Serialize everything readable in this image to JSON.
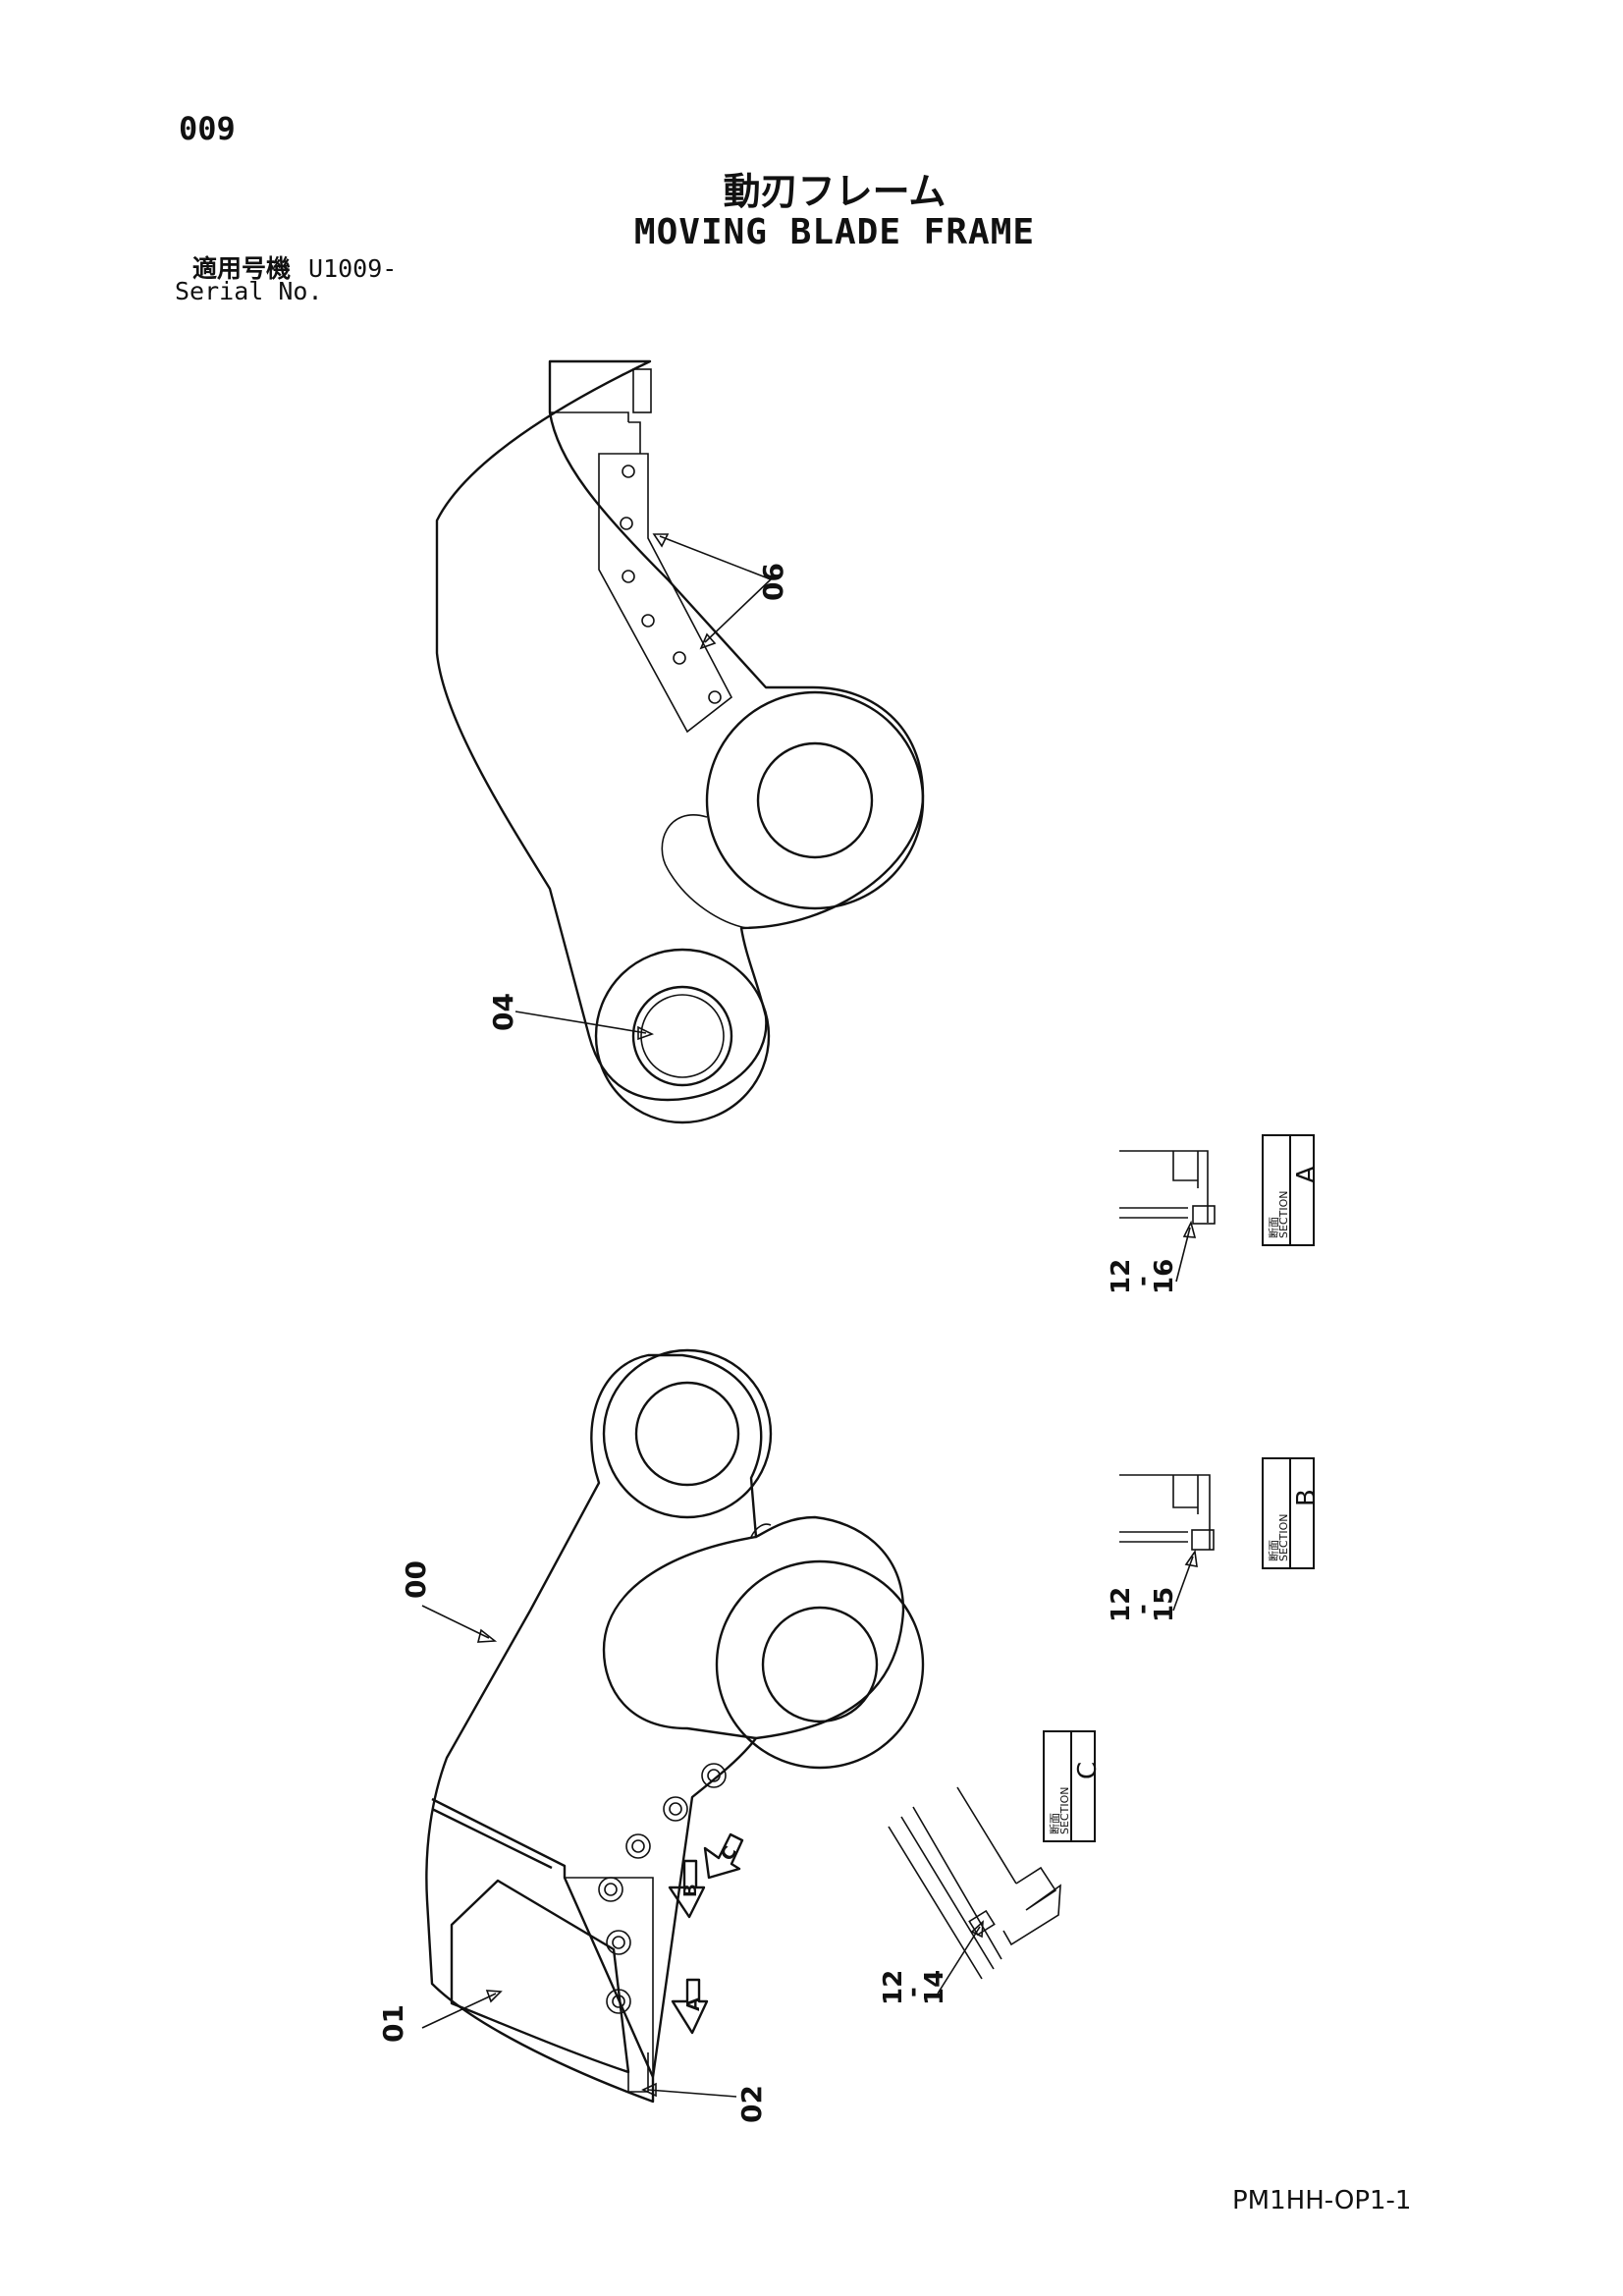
{
  "page_number": "009",
  "title_ja": "動刃フレーム",
  "title_en": "MOVING BLADE FRAME",
  "serial": {
    "label_ja": "適用号機",
    "label_en": "Serial No.",
    "number": "U1009-"
  },
  "callouts": {
    "frame": "00",
    "plate_01": "01",
    "plate_02": "02",
    "bushing": "04",
    "liner": "06",
    "sec_a_ref": "12",
    "sec_a_dash": "-",
    "sec_a_part": "16",
    "sec_b_ref": "12",
    "sec_b_dash": "-",
    "sec_b_part": "15",
    "sec_c_ref": "12",
    "sec_c_dash": "-",
    "sec_c_part": "14"
  },
  "section_markers": {
    "a": "A",
    "b": "B",
    "c": "C"
  },
  "section_tags": {
    "ja": "断面",
    "en": "SECTION",
    "a": "A",
    "b": "B",
    "c": "C"
  },
  "document_code": "PM1HH-OP1-1"
}
